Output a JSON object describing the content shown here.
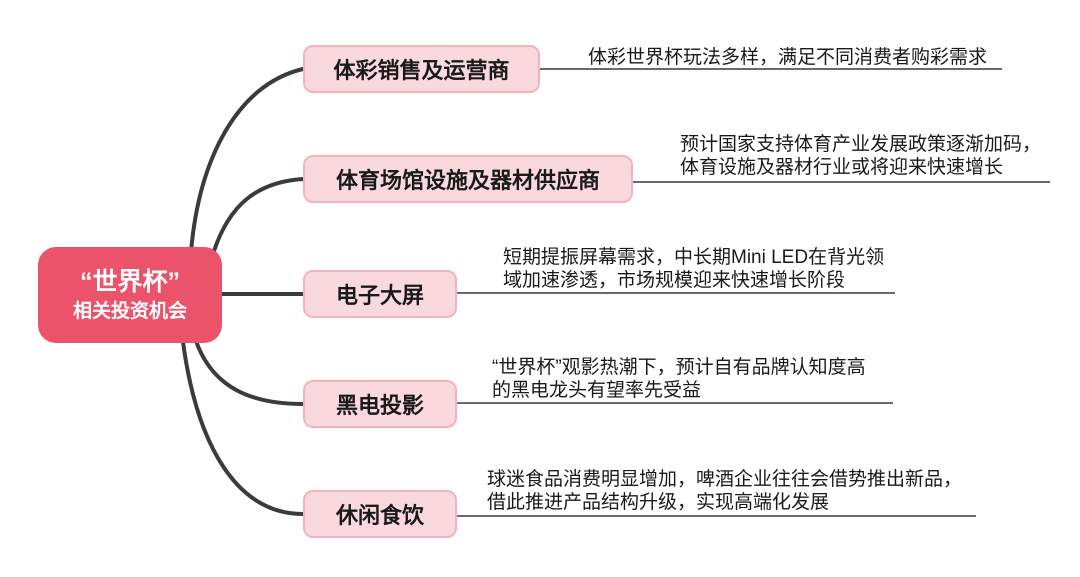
{
  "central": {
    "line1": "“世界杯”",
    "line2": "相关投资机会"
  },
  "branches": [
    {
      "label": "体彩销售及运营商",
      "desc": [
        "体彩世界杯玩法多样，满足不同消费者购彩需求"
      ]
    },
    {
      "label": "体育场馆设施及器材供应商",
      "desc": [
        "预计国家支持体育产业发展政策逐渐加码，",
        "体育设施及器材行业或将迎来快速增长"
      ]
    },
    {
      "label": "电子大屏",
      "desc": [
        "短期提振屏幕需求，中长期Mini LED在背光领",
        "域加速渗透，市场规模迎来快速增长阶段"
      ]
    },
    {
      "label": "黑电投影",
      "desc": [
        "“世界杯”观影热潮下，预计自有品牌认知度高",
        "的黑电龙头有望率先受益"
      ]
    },
    {
      "label": "休闲食饮",
      "desc": [
        "球迷食品消费明显增加，啤酒企业往往会借势推出新品，",
        "借此推进产品结构升级，实现高端化发展"
      ]
    }
  ],
  "colors": {
    "central_fill": "#ea5369",
    "central_text": "#ffffff",
    "branch_fill": "#f9d9de",
    "branch_border": "#f2b3bf",
    "curve_line": "#3b3b3b",
    "thin_line": "#6a6a6a",
    "text": "#1a1a1a"
  }
}
